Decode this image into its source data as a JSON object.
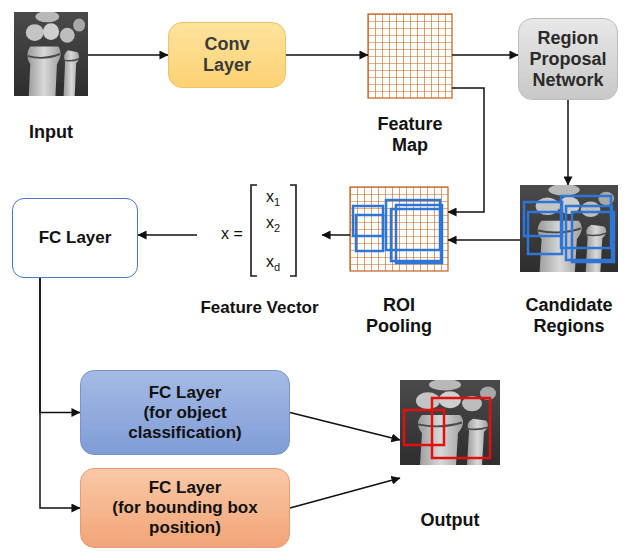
{
  "diagram": {
    "nodes": [
      {
        "text": [
          "Input"
        ]
      },
      {
        "text": [
          "Conv Layer"
        ]
      },
      {
        "text": [
          "Feature Map"
        ]
      },
      {
        "text": [
          "Region Proposal Network"
        ]
      },
      {
        "text": [
          "Candidate Regions"
        ]
      },
      {
        "text": [
          "ROI Pooling"
        ]
      },
      {
        "text": [
          "x =",
          "x1",
          "x2",
          "xd",
          "Feature Vector"
        ]
      },
      {
        "text": [
          "FC Layer"
        ]
      },
      {
        "text": [
          "FC Layer",
          "(for object classification)"
        ]
      },
      {
        "text": [
          "FC Layer",
          "(for bounding box position)"
        ]
      },
      {
        "text": [
          "Output"
        ]
      }
    ],
    "edges": [
      {
        "from": 0,
        "to": 1,
        "arrow": "to"
      },
      {
        "from": 1,
        "to": 2,
        "arrow": "to"
      },
      {
        "from": 2,
        "to": 3,
        "arrow": "to"
      },
      {
        "from": 3,
        "to": 4,
        "arrow": "to"
      },
      {
        "from": 4,
        "to": 5,
        "arrow": "to"
      },
      {
        "from": 2,
        "to": 5,
        "arrow": "to"
      },
      {
        "from": 5,
        "to": 6,
        "arrow": "to"
      },
      {
        "from": 6,
        "to": 7,
        "arrow": "to"
      },
      {
        "from": 7,
        "to": 8,
        "arrow": "to"
      },
      {
        "from": 7,
        "to": 9,
        "arrow": "to"
      },
      {
        "from": 8,
        "to": 10,
        "arrow": "to"
      },
      {
        "from": 9,
        "to": 10,
        "arrow": "to"
      }
    ]
  }
}
